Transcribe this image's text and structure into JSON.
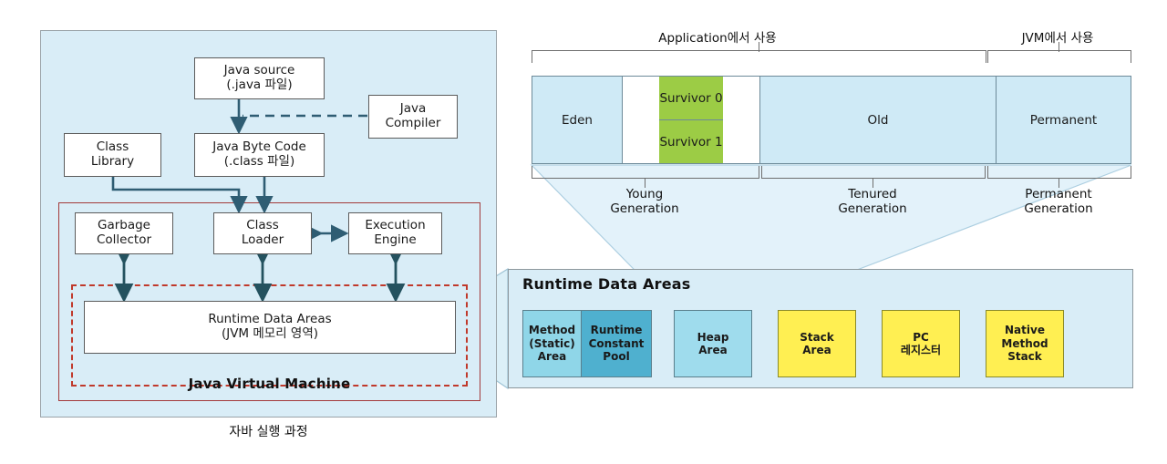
{
  "left_panel": {
    "caption": "자바 실행 과정",
    "jvm_title": "Java Virtual Machine",
    "boxes": {
      "java_source": "Java source\n(.java 파일)",
      "java_compiler": "Java\nCompiler",
      "java_byte_code": "Java Byte Code\n(.class 파일)",
      "class_library": "Class\nLibrary",
      "garbage_collector": "Garbage\nCollector",
      "class_loader": "Class\nLoader",
      "execution_engine": "Execution\nEngine",
      "runtime_data_areas": "Runtime Data Areas\n(JVM 메모리 영역)"
    }
  },
  "heap_diagram": {
    "top_labels": {
      "application": "Application에서 사용",
      "jvm": "JVM에서 사용"
    },
    "segments": [
      {
        "id": "eden",
        "label": "Eden",
        "color": "#cfeaf6"
      },
      {
        "id": "survivor0",
        "label": "Survivor 0",
        "color": "#9ccc45"
      },
      {
        "id": "survivor1",
        "label": "Survivor 1",
        "color": "#9ccc45"
      },
      {
        "id": "old",
        "label": "Old",
        "color": "#cfeaf6"
      },
      {
        "id": "permanent",
        "label": "Permanent",
        "color": "#cfeaf6"
      }
    ],
    "generation_labels": {
      "young": "Young\nGeneration",
      "tenured": "Tenured\nGeneration",
      "permanent": "Permanent\nGeneration"
    }
  },
  "runtime_data_areas_panel": {
    "title": "Runtime Data Areas",
    "areas": [
      {
        "id": "method-static-area",
        "label": "Method\n(Static)\nArea",
        "color": "#8fd6e8"
      },
      {
        "id": "runtime-constant-pool",
        "label": "Runtime\nConstant\nPool",
        "color": "#4fb0cf"
      },
      {
        "id": "heap-area",
        "label": "Heap\nArea",
        "color": "#9fdced"
      },
      {
        "id": "stack-area",
        "label": "Stack\nArea",
        "color": "#ffef52"
      },
      {
        "id": "pc-register",
        "label": "PC\n레지스터",
        "color": "#ffef52"
      },
      {
        "id": "native-method-stack",
        "label": "Native\nMethod\nStack",
        "color": "#ffef52"
      }
    ]
  },
  "colors": {
    "panel_bg": "#d9edf7",
    "green": "#9ccc45",
    "yellow": "#ffef52",
    "cyan_light": "#8fd6e8",
    "cyan_dark": "#4fb0cf",
    "jvm_border_red": "#a33a3a",
    "dashed_red": "#c0392b"
  }
}
